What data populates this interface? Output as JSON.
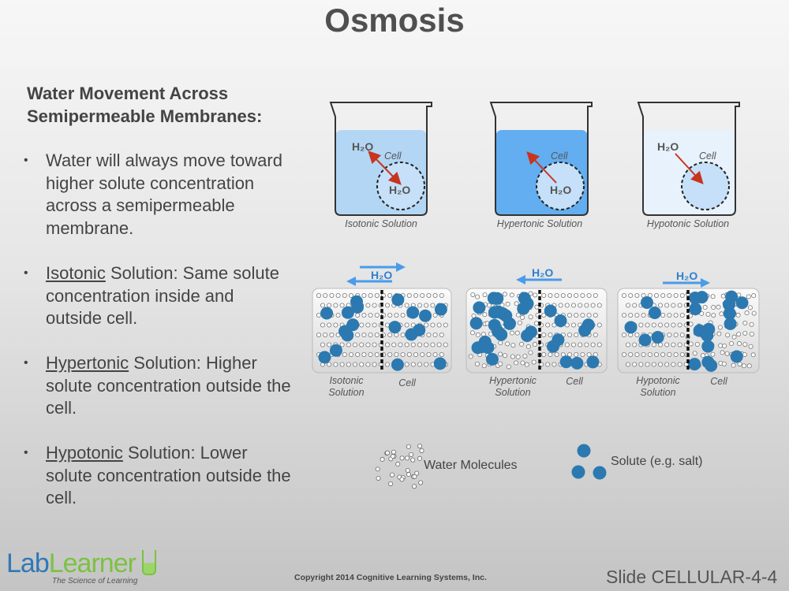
{
  "title": "Osmosis",
  "heading": [
    "Water Movement Across",
    "Semipermeable Membranes:"
  ],
  "bullets": [
    {
      "prefix": "",
      "underlined": "",
      "text": "Water will always move toward higher solute concentration across a semipermeable membrane."
    },
    {
      "underlined": "Isotonic",
      "text": " Solution: Same solute concentration inside and outside cell."
    },
    {
      "underlined": "Hypertonic",
      "text": " Solution: Higher solute concentration outside the cell."
    },
    {
      "underlined": "Hypotonic",
      "text": " Solution: Lower solute concentration outside the cell."
    }
  ],
  "beakers": [
    {
      "label": "Isotonic Solution",
      "outside": "H₂O",
      "inside": "H₂O",
      "cell": "Cell",
      "liquid": "#b3d6f5"
    },
    {
      "label": "Hypertonic Solution",
      "inside": "H₂O",
      "cell": "Cell",
      "liquid": "#62aef0"
    },
    {
      "label": "Hypotonic Solution",
      "outside": "H₂O",
      "cell": "Cell",
      "liquid": "#e8f2fc"
    }
  ],
  "panels": [
    {
      "label1": "Isotonic",
      "label2": "Solution",
      "cell": "Cell",
      "flow": "H₂O",
      "direction": "both"
    },
    {
      "label1": "Hypertonic",
      "label2": "Solution",
      "cell": "Cell",
      "flow": "H₂O",
      "direction": "left"
    },
    {
      "label1": "Hypotonic",
      "label2": "Solution",
      "cell": "Cell",
      "flow": "H₂O",
      "direction": "right"
    }
  ],
  "legend": {
    "water": "Water Molecules",
    "solute": "Solute (e.g. salt)"
  },
  "footer": {
    "logo_lab": "Lab",
    "logo_learner": "Learner",
    "logo_tagline": "The Science of Learning",
    "copyright": "Copyright 2014 Cognitive Learning Systems, Inc.",
    "slide": "Slide CELLULAR-4-4"
  },
  "colors": {
    "solute": "#2b79b0",
    "arrow_red": "#c8341e",
    "arrow_blue": "#4a9be8"
  }
}
